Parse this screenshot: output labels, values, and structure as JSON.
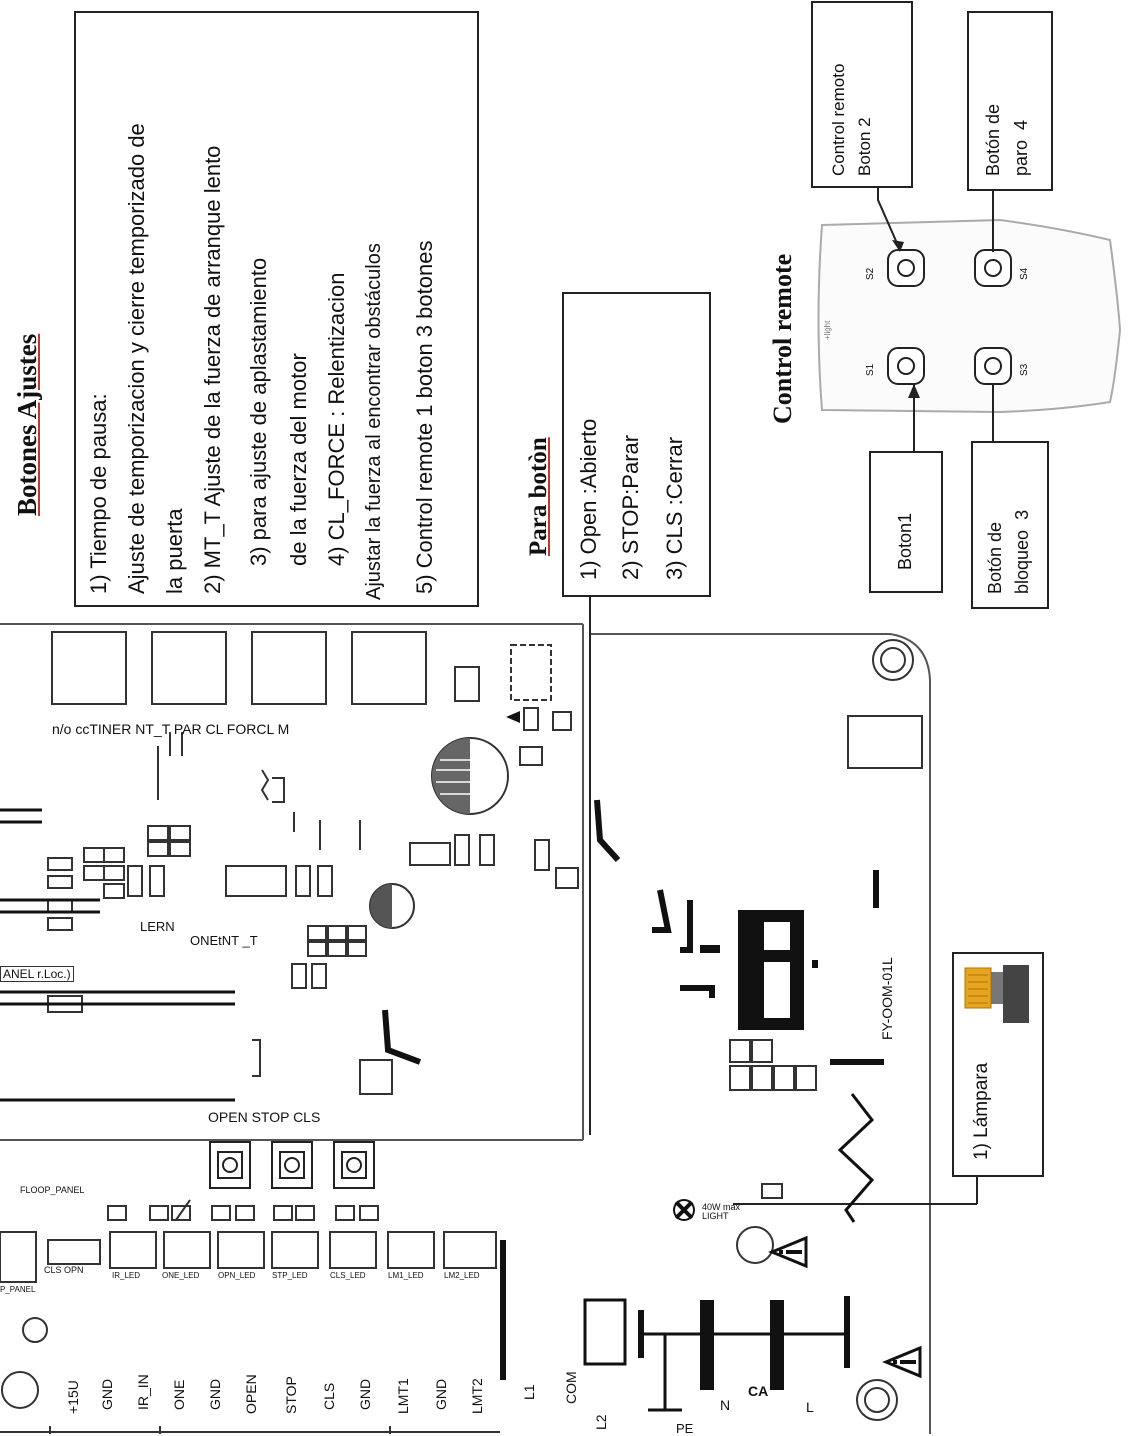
{
  "ajustes": {
    "title": "Botones Ajustes",
    "line1": "1)   Tiempo de pausa:",
    "line2": "Ajuste de temporizacion y cierre temporizado de",
    "line3": "la puerta",
    "line4": "2)  MT_T  Ajuste de la fuerza de arranque  lento",
    "line5": "3) para ajuste de aplastamiento",
    "line6": "de la fuerza del motor",
    "line7": "4) CL_FORCE : Relentizacion",
    "line8": "Ajustar la fuerza al encontrar obstáculos",
    "line9": "5)  Control remote 1 boton 3 botones"
  },
  "para_boton": {
    "title": "Para botòn",
    "line1": "1) Open :Abierto",
    "line2": "2) STOP:Parar",
    "line3": "3) CLS :Cerrar"
  },
  "remote": {
    "title": "Control remote",
    "label_s2": "Control remoto\nBoton 2",
    "label_s4": "Botón de\nparo  4",
    "label_s1": "Boton1",
    "label_s3": "Botón de\nbloqueo  3",
    "btn_s1": "S1",
    "btn_s2": "S2",
    "btn_s3": "S3",
    "btn_s4": "S4"
  },
  "lamp": {
    "label": "1)  Lámpara"
  },
  "board": {
    "top_labels": "n/o  ccTINER NT_T       PAR CL  FORCL M",
    "open_stop_cls": "OPEN STOP CLS",
    "lern": "LERN",
    "onetnt": "ONEtNT _T",
    "panel_lock": "ANEL r.Loc.)",
    "model": "FY-OOM-01L",
    "floop_panel": "FLOOP_PANEL",
    "light": "40W max LIGHT",
    "cls_opn": "CLS   OPN",
    "p_panel": "P_PANEL",
    "led_labels": [
      "IR_LED",
      "ONE_LED",
      "OPN_LED",
      "STP_LED",
      "CLS_LED",
      "LM1_LED",
      "LM2_LED"
    ],
    "terminals": [
      "+15U",
      "GND",
      "IR_IN",
      "ONE",
      "GND",
      "OPEN",
      "STOP",
      "CLS",
      "GND",
      "LMT1",
      "GND",
      "LMT2",
      "L1",
      "COM",
      "L2",
      "PE",
      "N",
      "CA",
      "L"
    ]
  }
}
